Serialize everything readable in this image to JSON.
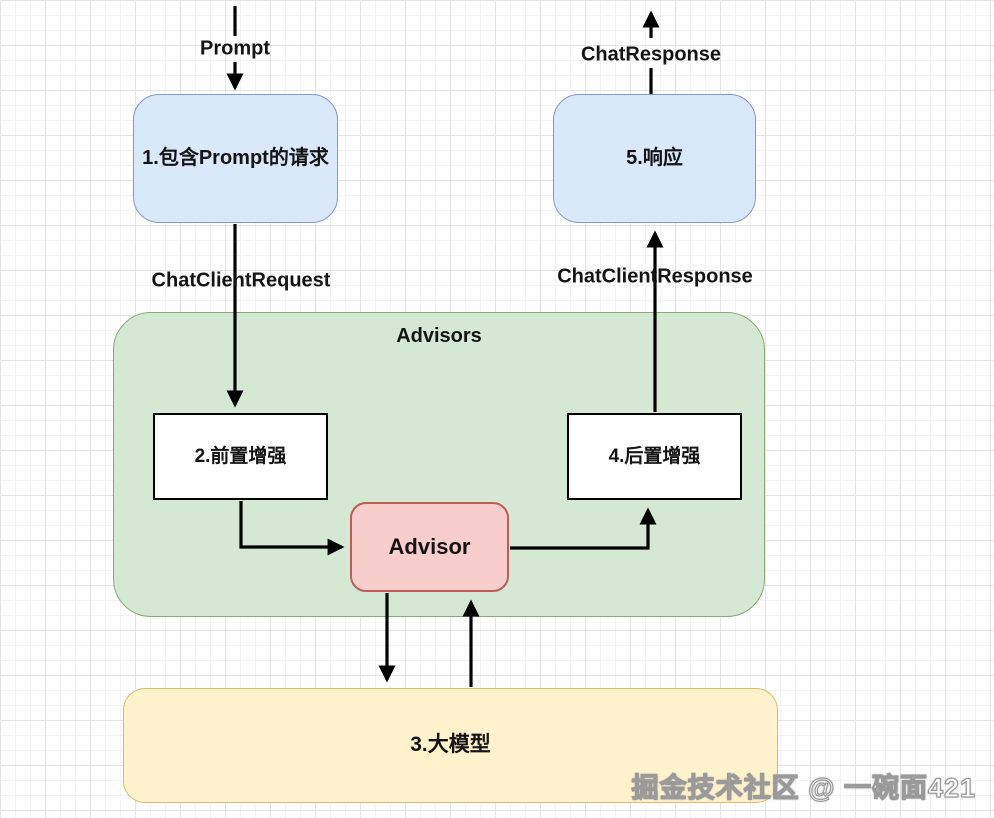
{
  "colors": {
    "blue_fill": "#dae8fc",
    "blue_border": "#8499c7",
    "green_fill": "#d5e8d4",
    "green_border": "#86ab74",
    "pink_fill": "#f8cecc",
    "pink_border": "#bd5d55",
    "yellow_fill": "#fff2cc",
    "yellow_border": "#d8bb6b",
    "arrow_color": "#000000",
    "text_color": "#141414"
  },
  "flow_labels": {
    "prompt": "Prompt",
    "chat_client_request": "ChatClientRequest",
    "chat_response": "ChatResponse",
    "chat_client_response": "ChatClientResponse"
  },
  "nodes": {
    "request_box": {
      "label": "1.包含Prompt的请求"
    },
    "response_box": {
      "label": "5.响应"
    },
    "advisors_container": {
      "label": "Advisors"
    },
    "pre_enhance": {
      "label": "2.前置增强"
    },
    "post_enhance": {
      "label": "4.后置增强"
    },
    "advisor": {
      "label": "Advisor"
    },
    "llm": {
      "label": "3.大模型"
    }
  },
  "watermark": "掘金技术社区 @ 一碗面421"
}
